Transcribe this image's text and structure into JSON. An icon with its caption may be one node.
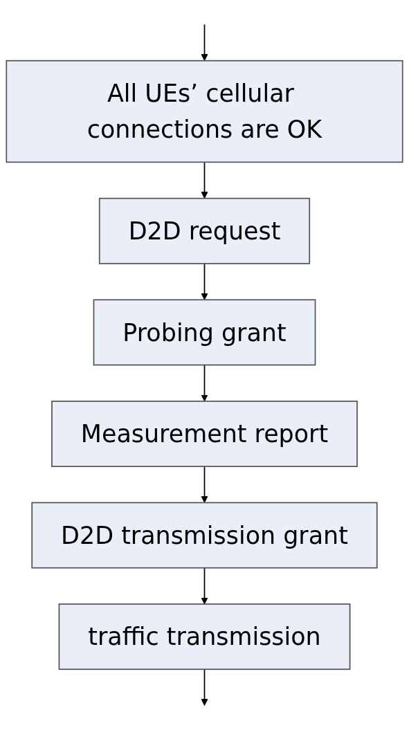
{
  "diagram": {
    "nodes": [
      {
        "text": [
          "All UEs’ cellular connections are OK"
        ]
      },
      {
        "text": [
          "D2D request"
        ]
      },
      {
        "text": [
          "Probing grant"
        ]
      },
      {
        "text": [
          "Measurement report"
        ]
      },
      {
        "text": [
          "D2D transmission grant"
        ]
      },
      {
        "text": [
          "traffic transmission"
        ]
      }
    ],
    "edges": [
      {
        "from": null,
        "to": 0,
        "arrow": "to"
      },
      {
        "from": 0,
        "to": 1,
        "arrow": "to"
      },
      {
        "from": 1,
        "to": 2,
        "arrow": "to"
      },
      {
        "from": 2,
        "to": 3,
        "arrow": "to"
      },
      {
        "from": 3,
        "to": 4,
        "arrow": "to"
      },
      {
        "from": 4,
        "to": 5,
        "arrow": "to"
      },
      {
        "from": 5,
        "to": null,
        "arrow": "to"
      }
    ]
  }
}
